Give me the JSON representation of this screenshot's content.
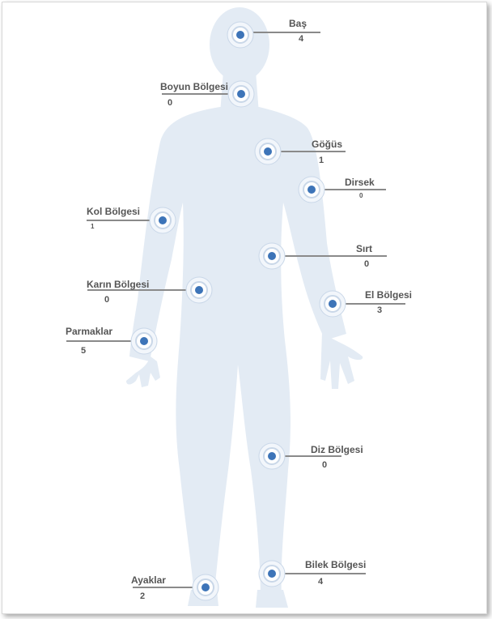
{
  "colors": {
    "silhouette": "#e3ebf4",
    "marker": "#3d74b8",
    "marker_ring": "#c9d7e8",
    "line": "#8a8a8a",
    "text": "#555555"
  },
  "regions": [
    {
      "id": "bas",
      "label": "Baş",
      "value": "4"
    },
    {
      "id": "boyun",
      "label": "Boyun Bölgesi",
      "value": "0"
    },
    {
      "id": "gogus",
      "label": "Göğüs",
      "value": "1"
    },
    {
      "id": "dirsek",
      "label": "Dirsek",
      "value": "0"
    },
    {
      "id": "kol",
      "label": "Kol Bölgesi",
      "value": "1"
    },
    {
      "id": "sirt",
      "label": "Sırt",
      "value": "0"
    },
    {
      "id": "karin",
      "label": "Karın Bölgesi",
      "value": "0"
    },
    {
      "id": "el",
      "label": "El Bölgesi",
      "value": "3"
    },
    {
      "id": "parmaklar",
      "label": "Parmaklar",
      "value": "5"
    },
    {
      "id": "diz",
      "label": "Diz Bölgesi",
      "value": "0"
    },
    {
      "id": "bilek",
      "label": "Bilek Bölgesi",
      "value": "4"
    },
    {
      "id": "ayaklar",
      "label": "Ayaklar",
      "value": "2"
    }
  ]
}
